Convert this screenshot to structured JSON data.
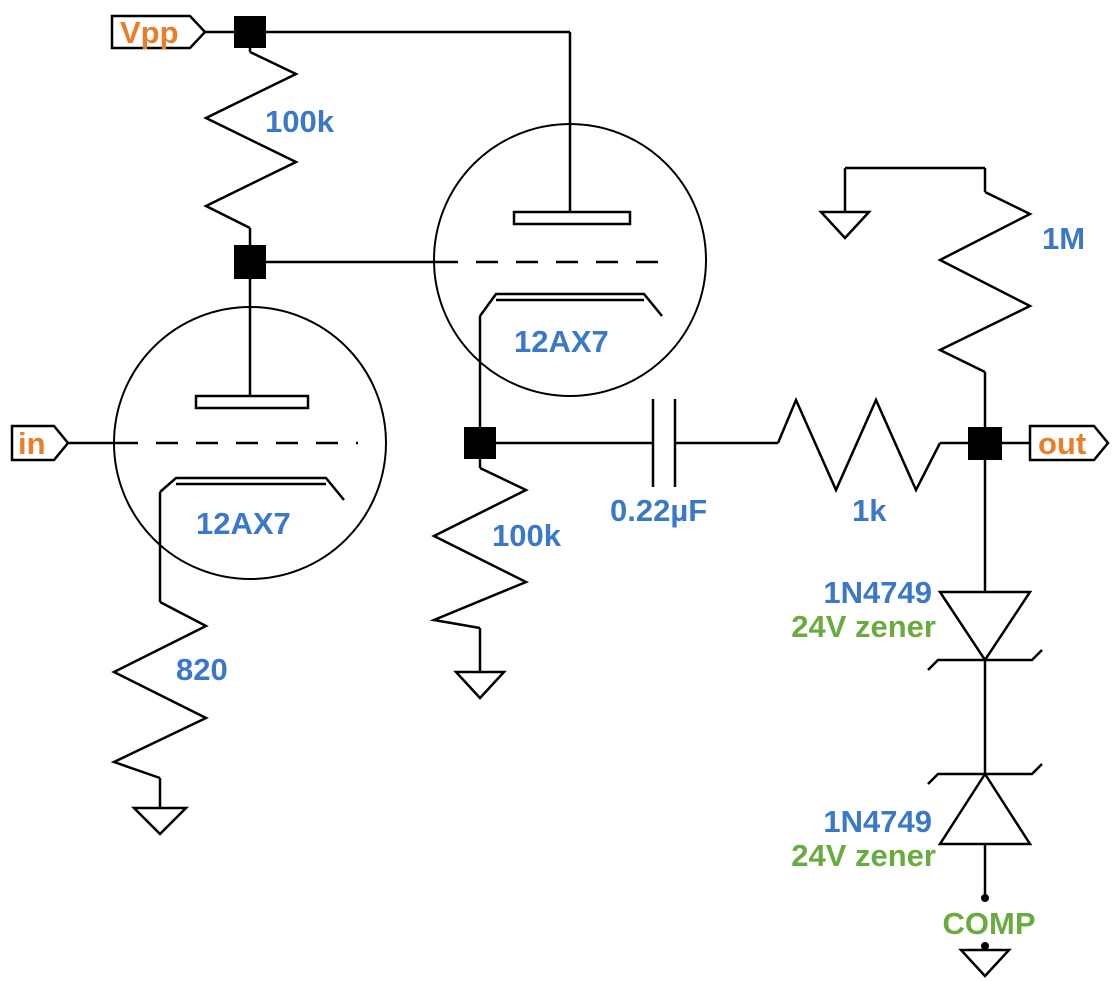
{
  "ports": {
    "vpp": "Vpp",
    "input": "in",
    "output": "out"
  },
  "components": {
    "r_plate": "100k",
    "r_cathode": "820",
    "r_follower": "100k",
    "cap": "0.22µF",
    "r_series": "1k",
    "r_bias": "1M",
    "tube1": "12AX7",
    "tube2": "12AX7",
    "zener1_part": "1N4749",
    "zener1_desc": "24V zener",
    "zener2_part": "1N4749",
    "zener2_desc": "24V zener",
    "comp": "COMP"
  },
  "colors": {
    "component_label": "#3b78c8",
    "zener_label": "#6aab3f",
    "port_label": "#ea7d2a",
    "wire": "#000000"
  }
}
